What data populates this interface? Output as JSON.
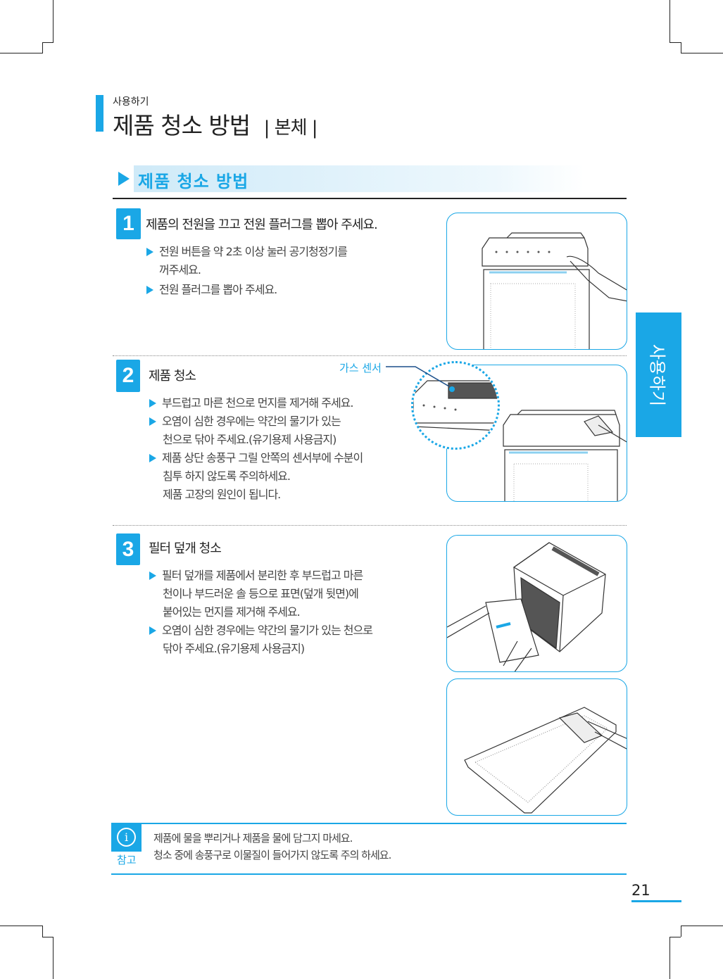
{
  "header": {
    "section": "사용하기",
    "title": "제품 청소 방법",
    "subtitle": "본체"
  },
  "section_heading": "제품 청소 방법",
  "steps": [
    {
      "number": "1",
      "title": "제품의 전원을 끄고 전원 플러그를 뽑아 주세요.",
      "lines": [
        "전원 버튼을 약 2초 이상 눌러 공기청정기를",
        "꺼주세요.",
        "전원 플러그를 뽑아 주세요."
      ]
    },
    {
      "number": "2",
      "title": "제품 청소",
      "callout": "가스 센서",
      "lines": [
        "부드럽고 마른 천으로 먼지를 제거해 주세요.",
        "오염이 심한 경우에는 약간의 물기가 있는",
        "천으로 닦아 주세요.(유기용제 사용금지)",
        "제품 상단 송풍구 그릴 안쪽의 센서부에 수분이",
        "침투 하지 않도록 주의하세요.",
        "제품 고장의 원인이 됩니다."
      ]
    },
    {
      "number": "3",
      "title": "필터 덮개 청소",
      "lines": [
        "필터 덮개를 제품에서 분리한 후 부드럽고 마른",
        "천이나 부드러운 솔 등으로 표면(덮개 뒷면)에",
        "붙어있는 먼지를 제거해 주세요.",
        "오염이 심한 경우에는 약간의 물기가 있는 천으로",
        "닦아 주세요.(유기용제 사용금지)"
      ]
    }
  ],
  "side_tab": "사용하기",
  "note": {
    "label": "참고",
    "lines": [
      "제품에 물을 뿌리거나 제품을 물에 담그지 마세요.",
      "청소 중에 송풍구로 이물질이 들어가지 않도록 주의 하세요."
    ]
  },
  "page_number": "21",
  "colors": {
    "accent": "#1aa7e6"
  }
}
